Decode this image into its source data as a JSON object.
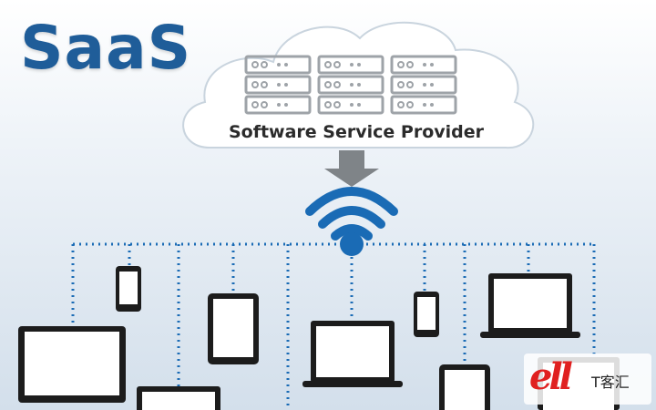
{
  "title": "SaaS",
  "cloud": {
    "label": "Software Service Provider"
  },
  "watermark": {
    "logo": "ell",
    "text": "T客汇"
  },
  "colors": {
    "title": "#1f5d99",
    "accent": "#1a6bb5",
    "server": "#9ea3a8",
    "arrow": "#7f8488",
    "device": "#1c1c1c"
  },
  "icons": [
    "cloud-icon",
    "server-rack-icon",
    "arrow-down-icon",
    "wifi-icon",
    "smartphone-icon",
    "tablet-icon",
    "laptop-icon",
    "monitor-icon"
  ]
}
